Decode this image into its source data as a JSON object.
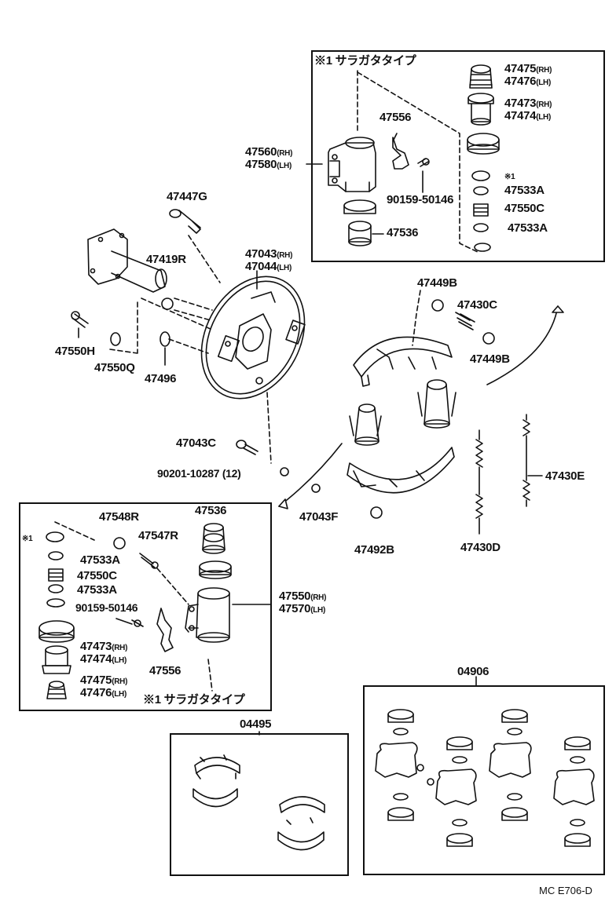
{
  "box_top": {
    "title": "※1 サラガタタイプ"
  },
  "box_bottom": {
    "title": "※1 サラガタタイプ"
  },
  "callout_ref": "※1",
  "labels": {
    "p47475_top": "47475",
    "p47476_top": "47476",
    "p47473_top": "47473",
    "p47474_top": "47474",
    "p47556_top": "47556",
    "p47560": "47560",
    "p47580": "47580",
    "p90159_top": "90159-50146",
    "p47533A_t1": "47533A",
    "p47550C_top": "47550C",
    "p47533A_t2": "47533A",
    "p47536_top": "47536",
    "p47447G": "47447G",
    "p47419R": "47419R",
    "p47043": "47043",
    "p47044": "47044",
    "p47550H": "47550H",
    "p47550Q": "47550Q",
    "p47496": "47496",
    "p47449B_1": "47449B",
    "p47430C": "47430C",
    "p47449B_2": "47449B",
    "p47043C": "47043C",
    "p90201": "90201-10287 (12)",
    "p47043F": "47043F",
    "p47492B": "47492B",
    "p47430D": "47430D",
    "p47430E": "47430E",
    "p47548R": "47548R",
    "p47536_bot": "47536",
    "p47547R": "47547R",
    "p47533A_b1": "47533A",
    "p47550C_bot": "47550C",
    "p47533A_b2": "47533A",
    "p90159_bot": "90159-50146",
    "p47473_bot": "47473",
    "p47474_bot": "47474",
    "p47475_bot": "47475",
    "p47476_bot": "47476",
    "p47556_bot": "47556",
    "p47550_rh": "47550",
    "p47570": "47570",
    "kit_04495": "04495",
    "kit_04906": "04906"
  },
  "side": {
    "rh": "(RH)",
    "lh": "(LH)"
  },
  "footer": {
    "code": "MC E706-D"
  }
}
